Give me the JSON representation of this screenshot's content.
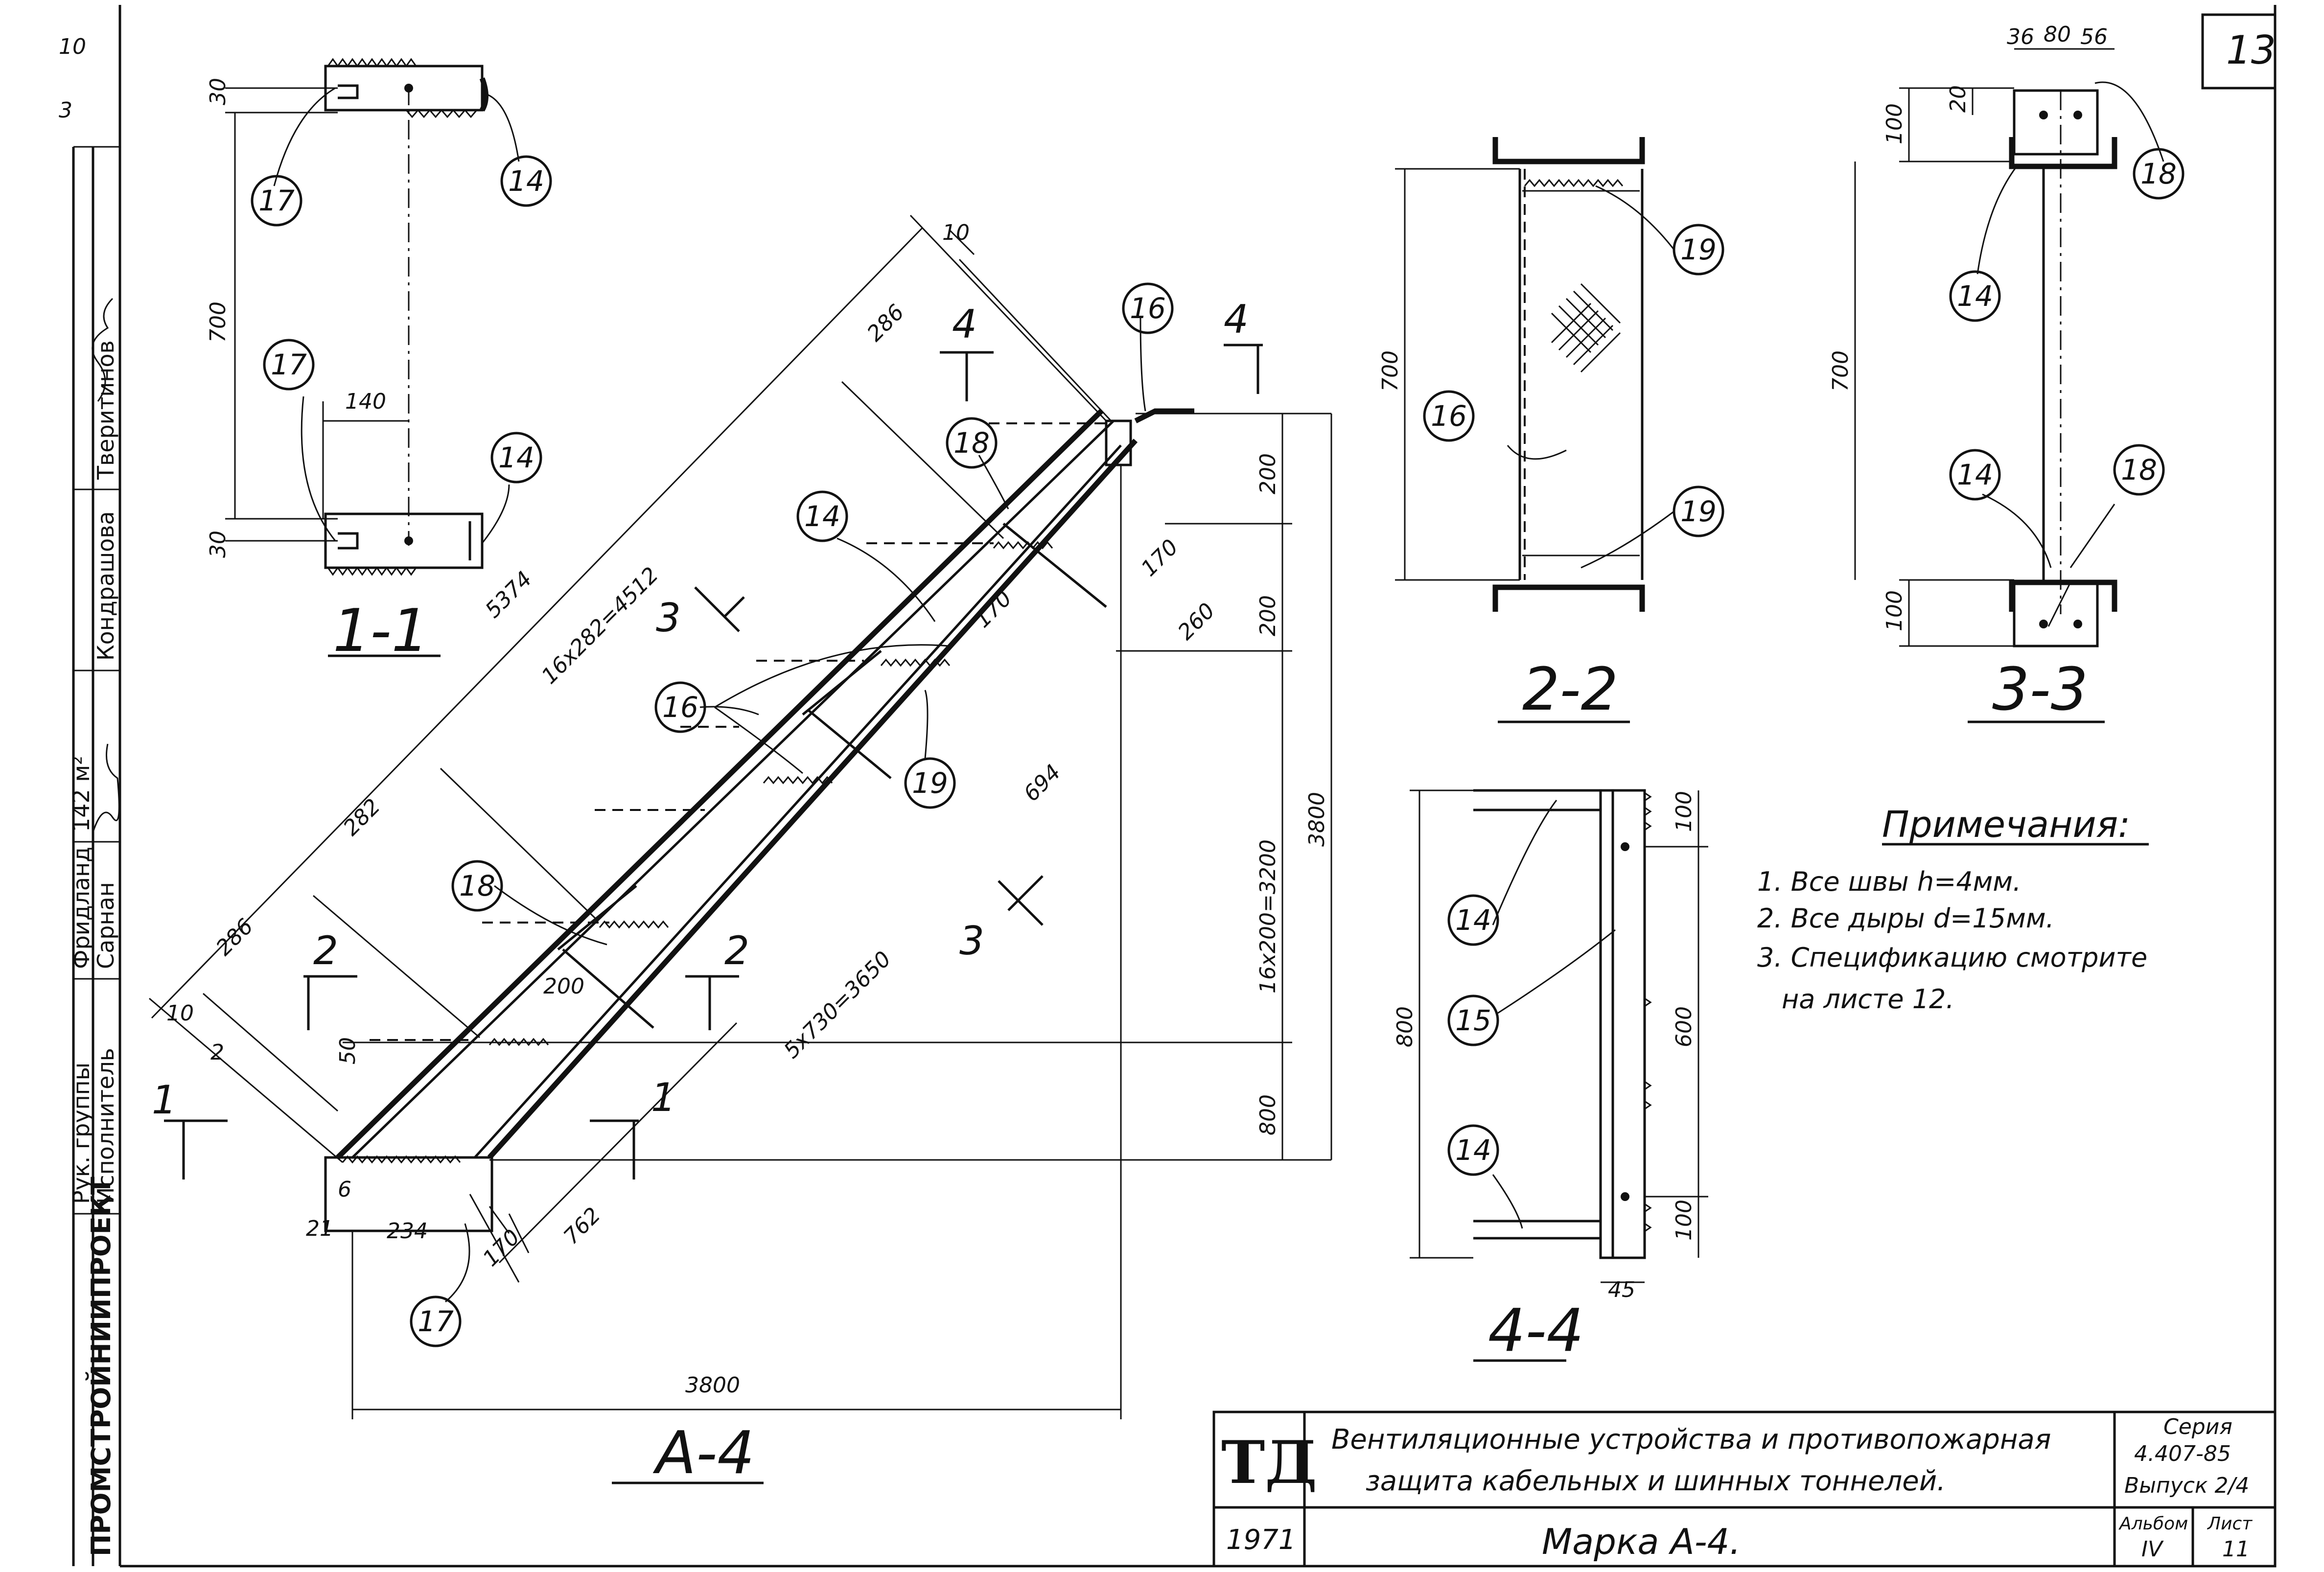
{
  "sheet": {
    "corner_number": "13",
    "left_edge_marks": [
      "10",
      "3"
    ]
  },
  "left_strip": {
    "org": "ПРОМСТРОЙНИИПРОЕКТ",
    "roles": [
      "Рук. группы",
      "Исполнитель",
      "Фридланд",
      "Сарнан"
    ],
    "names": [
      "Кондрашова",
      "Тверитинов"
    ],
    "handwritten": [
      "142 м²"
    ]
  },
  "callouts": [
    "14",
    "15",
    "16",
    "17",
    "18",
    "19"
  ],
  "dimensions": {
    "overall_length": "5374",
    "stringer_steps": "16x282=4512",
    "step_286_top": "286",
    "step_286_bottom": "286",
    "step_282": "282",
    "gap_10_top": "10",
    "gap_10_bottom": "10",
    "gap_2": "2",
    "seg_50": "50",
    "seg_200": "200",
    "seg_170_bottom": "170",
    "seg_170_top": "170",
    "seg_170_mid": "170",
    "seg_260": "260",
    "seg_694": "694",
    "seg_762": "762",
    "seg_234": "234",
    "seg_6": "6",
    "seg_21": "21",
    "rails": "5x730=3650",
    "h_200_a": "200",
    "h_200_b": "200",
    "h_16x200": "16x200=3200",
    "h_800": "800",
    "h_3800": "3800",
    "w_3800": "3800",
    "s11_30_top": "30",
    "s11_30_bottom": "30",
    "s11_700": "700",
    "s11_140": "140",
    "s22_700": "700",
    "s33_36": "36",
    "s33_80": "80",
    "s33_56": "56",
    "s33_20": "20",
    "s33_100_top": "100",
    "s33_100_bottom": "100",
    "s33_700": "700",
    "s44_800": "800",
    "s44_100_top": "100",
    "s44_600": "600",
    "s44_100_bottom": "100",
    "s44_45": "45"
  },
  "section_marks": {
    "s1": "1",
    "s2": "2",
    "s3": "3",
    "s4": "4"
  },
  "section_titles": {
    "view_main": "А-4",
    "s11": "1-1",
    "s22": "2-2",
    "s33": "3-3",
    "s44": "4-4"
  },
  "notes": {
    "heading": "Примечания:",
    "items": [
      "1. Все швы  h=4мм.",
      "2. Все дыры  d=15мм.",
      "3. Спецификацию смотрите",
      "на листе 12."
    ]
  },
  "title_block": {
    "logo": "ТД",
    "year": "1971",
    "title_line1": "Вентиляционные устройства и противопожарная",
    "title_line2": "защита кабельных и шинных тоннелей.",
    "drawing_name": "Марка А-4.",
    "series_label": "Серия",
    "series_value": "4.407-85",
    "issue": "Выпуск 2/4",
    "album_label": "Альбом",
    "album_value": "IV",
    "sheet_label": "Лист",
    "sheet_value": "11"
  }
}
